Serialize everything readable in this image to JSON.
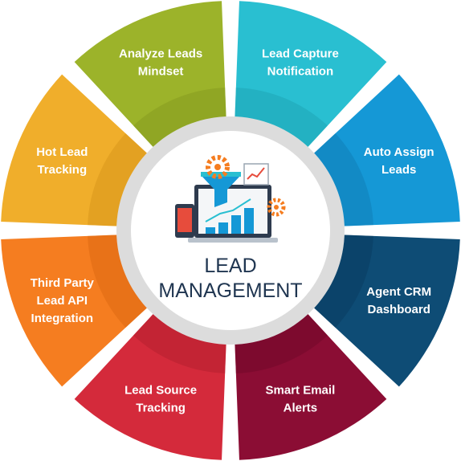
{
  "center": {
    "title_line1": "LEAD",
    "title_line2": "MANAGEMENT",
    "icon": "sales-funnel-analytics-icon"
  },
  "segments": [
    {
      "label": [
        "Lead Capture",
        "Notification"
      ],
      "color": "#29bfd1",
      "shade": "#1fa5b6"
    },
    {
      "label": [
        "Auto Assign",
        "Leads"
      ],
      "color": "#1598d6",
      "shade": "#1180b8"
    },
    {
      "label": [
        "Agent CRM",
        "Dashboard"
      ],
      "color": "#0e4c75",
      "shade": "#0a3d60"
    },
    {
      "label": [
        "Smart Email",
        "Alerts"
      ],
      "color": "#8b0d34",
      "shade": "#730a2a"
    },
    {
      "label": [
        "Lead Source",
        "Tracking"
      ],
      "color": "#d42a3b",
      "shade": "#b51f2f"
    },
    {
      "label": [
        "Third Party",
        "Lead API",
        "Integration"
      ],
      "color": "#f57d20",
      "shade": "#dd6a12"
    },
    {
      "label": [
        "Hot Lead",
        "Tracking"
      ],
      "color": "#f0ae2b",
      "shade": "#d8981c"
    },
    {
      "label": [
        "Analyze Leads",
        "Mindset"
      ],
      "color": "#9cb32a",
      "shade": "#869b1f"
    }
  ]
}
